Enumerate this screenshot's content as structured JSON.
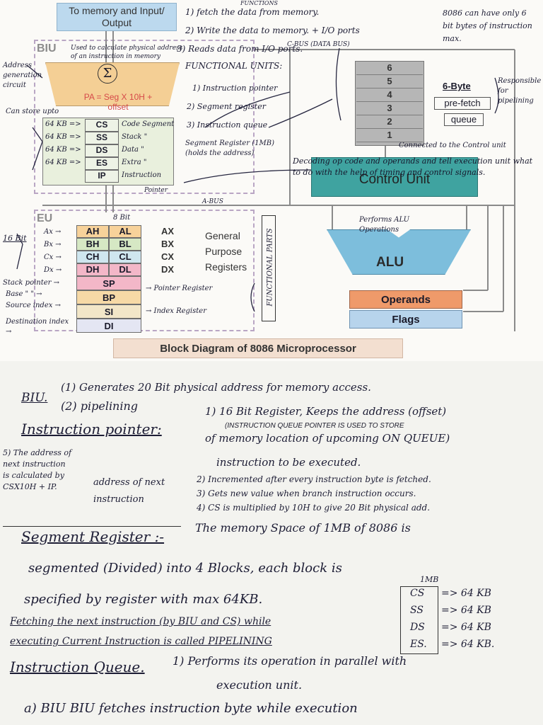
{
  "diagram": {
    "title": "Block Diagram of 8086 Microprocessor",
    "memory_box": "To memory and Input/ Output",
    "biu_label": "BIU",
    "eu_label": "EU",
    "pa_formula": "PA = Seg X 10H + offset",
    "sigma": "Σ",
    "prefetch": [
      "6-Byte",
      "pre-fetch",
      "queue"
    ],
    "queue_numbers": [
      "6",
      "5",
      "4",
      "3",
      "2",
      "1"
    ],
    "seg_regs": [
      {
        "reg": "CS",
        "note": "Code Segment"
      },
      {
        "reg": "SS",
        "note": "Stack \""
      },
      {
        "reg": "DS",
        "note": "Data \""
      },
      {
        "reg": "ES",
        "note": "Extra \""
      },
      {
        "reg": "IP",
        "note": "Instruction"
      }
    ],
    "gp_regs": [
      {
        "h": "AH",
        "l": "AL",
        "x": "AX"
      },
      {
        "h": "BH",
        "l": "BL",
        "x": "BX"
      },
      {
        "h": "CH",
        "l": "CL",
        "x": "CX"
      },
      {
        "h": "DH",
        "l": "DL",
        "x": "DX"
      }
    ],
    "ptr_regs": [
      "SP",
      "BP",
      "SI",
      "DI"
    ],
    "gp_label": "General Purpose Registers",
    "control_unit": "Control Unit",
    "alu": "ALU",
    "operands": "Operands",
    "flags": "Flags",
    "fp_label": "FUNCTIONAL PARTS",
    "abus": "A-BUS",
    "cbus": "C-BUS (DATA BUS)",
    "notes": {
      "functions_head": "FUNCTIONS",
      "f1": "1) fetch the data from memory.",
      "f2": "2) Write the data to memory. + I/O ports",
      "f3": "3) Reads data from I/O ports.",
      "eight086": "8086 can have only 6 bit bytes of instruction max.",
      "func_units": "FUNCTIONAL UNITS:",
      "fu1": "1) Instruction pointer",
      "fu2": "2) Segment register",
      "fu3": "3) Instruction queue",
      "addr_gen": "Address generation circuit",
      "used_to": "Used to calculate physical address of an instruction in memory",
      "can_store": "Can store upto",
      "kb": "64 KB =>",
      "seg_reg_note": "Segment Register (1MB) (holds the address)",
      "ip_pointer": "Pointer",
      "responsible": "Responsible for pipelining",
      "connected": "Connected to the Control unit",
      "decoding": "Decoding op code and operands and tell execution unit what to do with the help of timing and control signals.",
      "performs_alu": "Performs ALU Operations",
      "eight_bit": "8 Bit",
      "sixteen_bit": "16 Bit",
      "ax": "Ax →",
      "bx": "Bx →",
      "cx": "Cx →",
      "dx": "Dx →",
      "stack_p": "Stack pointer →",
      "base": "Base \" \" →",
      "source": "Source index →",
      "dest": "Destination index →",
      "pointer_reg": "→ Pointer Register",
      "index_reg": "→ Index Register"
    }
  },
  "lower": {
    "biu_head": "BIU.",
    "generates": "(1) Generates 20 Bit physical address for memory access.",
    "pipelining": "(2) pipelining",
    "ip_head": "Instruction pointer:",
    "ip1": "1) 16 Bit Register, Keeps the address (offset)",
    "ip1b": "(INSTRUCTION QUEUE POINTER IS USED TO STORE",
    "ip1c": "of memory location of upcoming ON QUEUE)",
    "ip1d": "instruction to be executed.",
    "ip2": "2) Incremented after every instruction byte is fetched.",
    "ip3": "3) Gets new value when branch instruction occurs.",
    "ip4": "4) CS is multiplied by 10H to give 20 Bit physical add.",
    "side1": "5) The address of next instruction is calculated by CSX10H + IP.",
    "side2": "address of next instruction",
    "seg_head": "Segment Register :-",
    "seg1": "The memory Space of 1MB of 8086 is",
    "seg2": "segmented (Divided) into 4 Blocks, each block is",
    "seg3": "specified by register with max 64KB.",
    "mb": "1MB",
    "blocks": [
      {
        "reg": "CS",
        "size": "=> 64 KB"
      },
      {
        "reg": "SS",
        "size": "=> 64 KB"
      },
      {
        "reg": "DS",
        "size": "=> 64 KB"
      },
      {
        "reg": "ES.",
        "size": "=> 64 KB."
      }
    ],
    "fetch1": "Fetching the next instruction (by BIU and CS) while",
    "fetch2": "executing Current Instruction is called PIPELINING",
    "iq_head": "Instruction Queue.",
    "iq1": "1) Performs its operation in parallel with",
    "iq2": "execution unit.",
    "iq3": "a) BIU BIU fetches instruction byte while execution"
  }
}
